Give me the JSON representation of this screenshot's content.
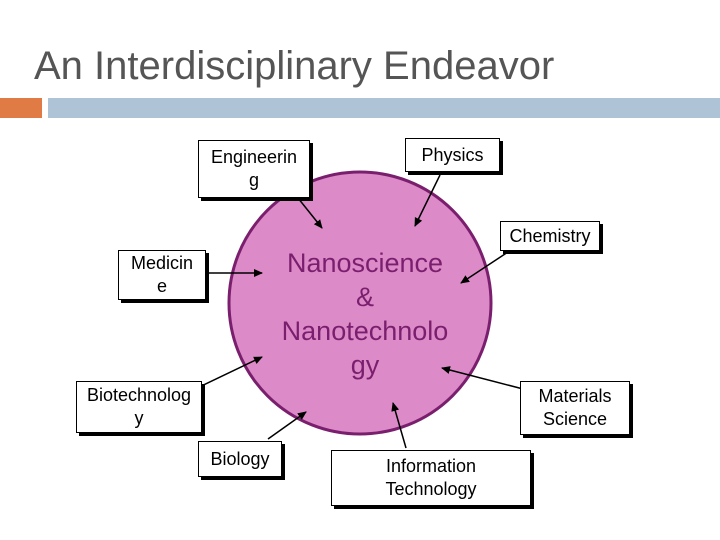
{
  "slide": {
    "title": "An Interdisciplinary Endeavor"
  },
  "colors": {
    "accent": "#e07b45",
    "header_bar": "#aec3d6",
    "circle_fill": "#dd8ac8",
    "circle_stroke": "#7a1f6e",
    "center_text": "#7a1f6e"
  },
  "center": {
    "label": "Nanoscience\n&\nNanotechnolo\ngy"
  },
  "disciplines": {
    "engineering": "Engineerin\ng",
    "physics": "Physics",
    "chemistry": "Chemistry",
    "medicine": "Medicin\ne",
    "biotechnology": "Biotechnolog\ny",
    "materials_science": "Materials\nScience",
    "biology": "Biology",
    "information_technology": "Information\nTechnology"
  }
}
